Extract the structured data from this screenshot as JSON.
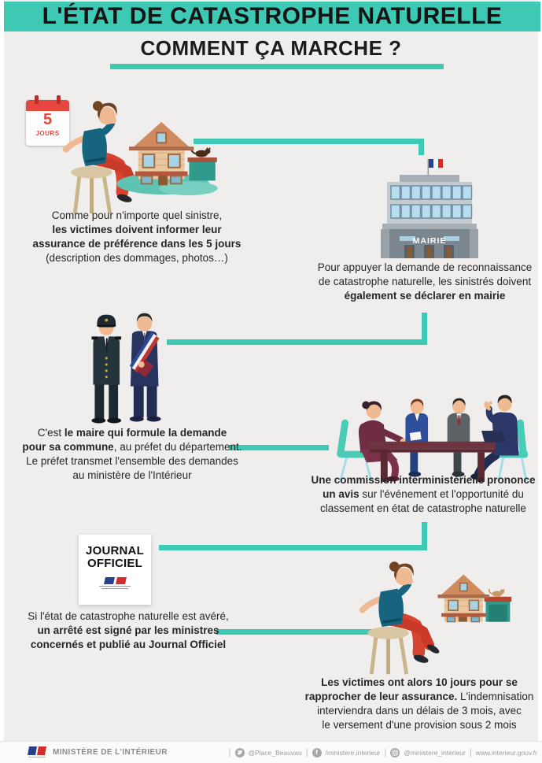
{
  "header": {
    "title": "L'ÉTAT DE CATASTROPHE NATURELLE",
    "subtitle": "COMMENT ÇA MARCHE ?"
  },
  "palette": {
    "teal": "#3dc9b3",
    "background": "#efeeec",
    "accent_red": "#e8473f",
    "text_dark": "#262626"
  },
  "step1": {
    "calendar": {
      "number": "5",
      "label": "JOURS"
    },
    "line1": "Comme pour n'importe quel sinistre,",
    "line2": "les victimes doivent informer leur",
    "line3": "assurance de préférence dans les 5 jours",
    "line4": "(description des dommages, photos…)"
  },
  "step2": {
    "sign": "MAIRIE",
    "line1": "Pour appuyer la demande de reconnaissance",
    "line2": "de catastrophe naturelle, les sinistrés doivent",
    "line3": "également se déclarer en mairie"
  },
  "step3": {
    "line1_regular": "C'est ",
    "line1_bold": "le maire qui formule la demande",
    "line2_bold": "pour sa commune",
    "line2_regular": ", au préfet du département.",
    "line3": "Le préfet transmet l'ensemble des demandes",
    "line4": "au ministère de l'Intérieur"
  },
  "step4": {
    "line1": "Une commission interministérielle prononce",
    "line2_bold": "un avis",
    "line2_regular": " sur l'événement et l'opportunité du",
    "line3": "classement en état de catastrophe naturelle"
  },
  "step5": {
    "journal_line1": "JOURNAL",
    "journal_line2": "OFFICIEL",
    "line1": "Si l'état de catastrophe naturelle est avéré,",
    "line2": "un arrêté est signé par les ministres",
    "line3": "concernés et publié au Journal Officiel"
  },
  "step6": {
    "line1": "Les victimes ont alors 10 jours pour se",
    "line2_bold": "rapprocher de leur assurance.",
    "line2_regular": " L'indemnisation",
    "line3": "interviendra dans un délais de 3 mois, avec",
    "line4": "le versement d'une provision sous 2 mois"
  },
  "footer": {
    "ministry": "MINISTÈRE DE L'INTÉRIEUR",
    "twitter": "@Place_Beauvau",
    "facebook": "/ministere.interieur",
    "instagram": "@ministere_interieur",
    "website": "www.interieur.gouv.fr"
  }
}
